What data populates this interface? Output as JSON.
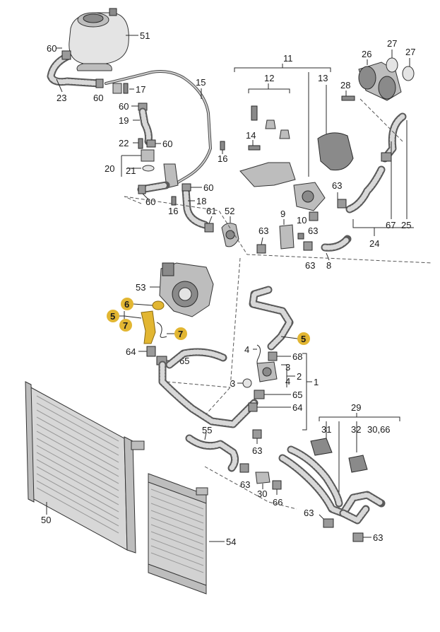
{
  "labels": {
    "l51": "51",
    "l60a": "60",
    "l23": "23",
    "l60b": "60",
    "l17": "17",
    "l15": "15",
    "l60c": "60",
    "l19": "19",
    "l22": "22",
    "l60d": "60",
    "l20": "20",
    "l21": "21",
    "l16a": "16",
    "l60e": "60",
    "l16b": "16",
    "l18": "18",
    "l60f": "60",
    "l61": "61",
    "l52": "52",
    "l11": "11",
    "l12": "12",
    "l13": "13",
    "l14": "14",
    "l9": "9",
    "l10": "10",
    "l63a": "63",
    "l63b": "63",
    "l63c": "63",
    "l63d": "63",
    "l8": "8",
    "l26": "26",
    "l27a": "27",
    "l27b": "27",
    "l28": "28",
    "l67": "67",
    "l25": "25",
    "l24": "24",
    "l53": "53",
    "l6": "6",
    "l5a": "5",
    "l7a": "7",
    "l7b": "7",
    "l5b": "5",
    "l64a": "64",
    "l65a": "65",
    "l4a": "4",
    "l68": "68",
    "l3a": "3",
    "l2": "2",
    "l1": "1",
    "l3b": "3",
    "l4b": "4",
    "l65b": "65",
    "l64b": "64",
    "l29": "29",
    "l31": "31",
    "l32": "32",
    "l3066": "30,66",
    "l55": "55",
    "l63e": "63",
    "l63f": "63",
    "l30": "30",
    "l66": "66",
    "l50": "50",
    "l63g": "63",
    "l63h": "63",
    "l54": "54"
  },
  "highlight_color": "#e2b632",
  "highlighted_parts": [
    "5",
    "6",
    "7"
  ]
}
